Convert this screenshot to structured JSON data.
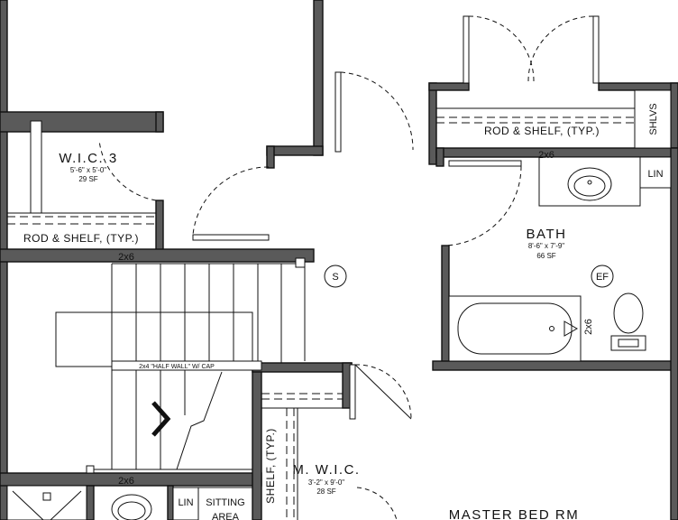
{
  "rooms": {
    "wic3": {
      "name": "W.I.C. 3",
      "size": "5'-6\" x 5'-0\"",
      "area": "29 SF"
    },
    "bath": {
      "name": "BATH",
      "size": "8'-6\" x 7'-9\"",
      "area": "66 SF"
    },
    "mwic": {
      "name": "M. W.I.C.",
      "size": "3'-2\" x 9'-0\"",
      "area": "28 SF"
    },
    "sitting": {
      "line1": "SITTING",
      "line2": "AREA"
    },
    "master": {
      "name": "MASTER BED RM"
    }
  },
  "notes": {
    "rod_shelf_wic3": "ROD & SHELF, (TYP.)",
    "rod_shelf_top": "ROD & SHELF, (TYP.)",
    "shelf_mwic": "SHELF, (TYP.)",
    "shlvs": "SHLVS",
    "lin_bath": "LIN",
    "lin_lower": "LIN",
    "half_wall": "2x4 \"HALF WALL\" W/ CAP",
    "wall_2x6_stair_top": "2x6",
    "wall_2x6_stair_bottom": "2x6",
    "wall_2x6_bath_top": "2x6",
    "wall_2x6_bath_side": "2x6"
  },
  "symbols": {
    "smoke_detector": "S",
    "exhaust_fan": "EF"
  }
}
